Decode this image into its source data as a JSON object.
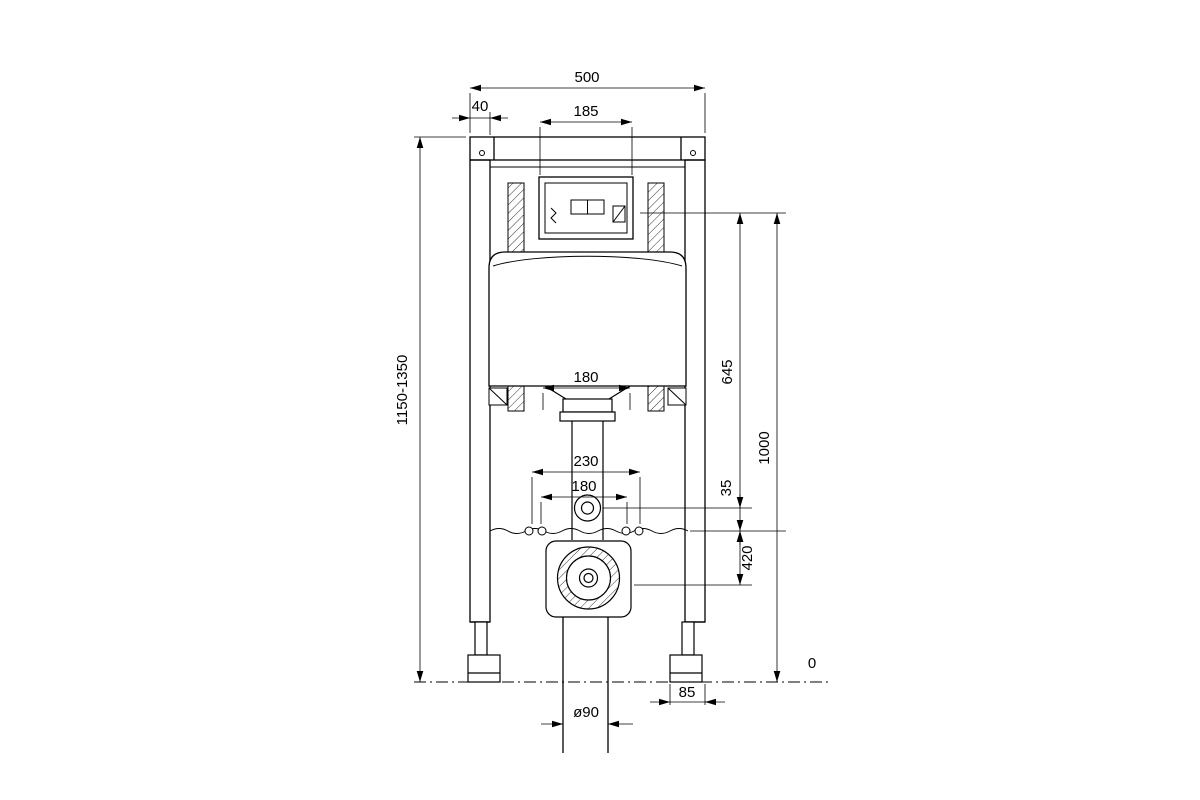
{
  "drawing": {
    "type": "installation-frame-technical-drawing",
    "colors": {
      "line": "#000000",
      "background": "#ffffff"
    },
    "dims": {
      "total_width": "500",
      "side_offset": "40",
      "flush_plate_width": "185",
      "frame_height_range": "1150-1350",
      "plate_to_fixings": "645",
      "plate_height": "1000",
      "valve_width": "180",
      "outer_bolt_spacing": "230",
      "inner_bolt_spacing": "180",
      "supply_offset": "35",
      "drain_offset": "420",
      "floor_level": "0",
      "foot_width": "85",
      "pipe_diameter": "ø90"
    }
  }
}
